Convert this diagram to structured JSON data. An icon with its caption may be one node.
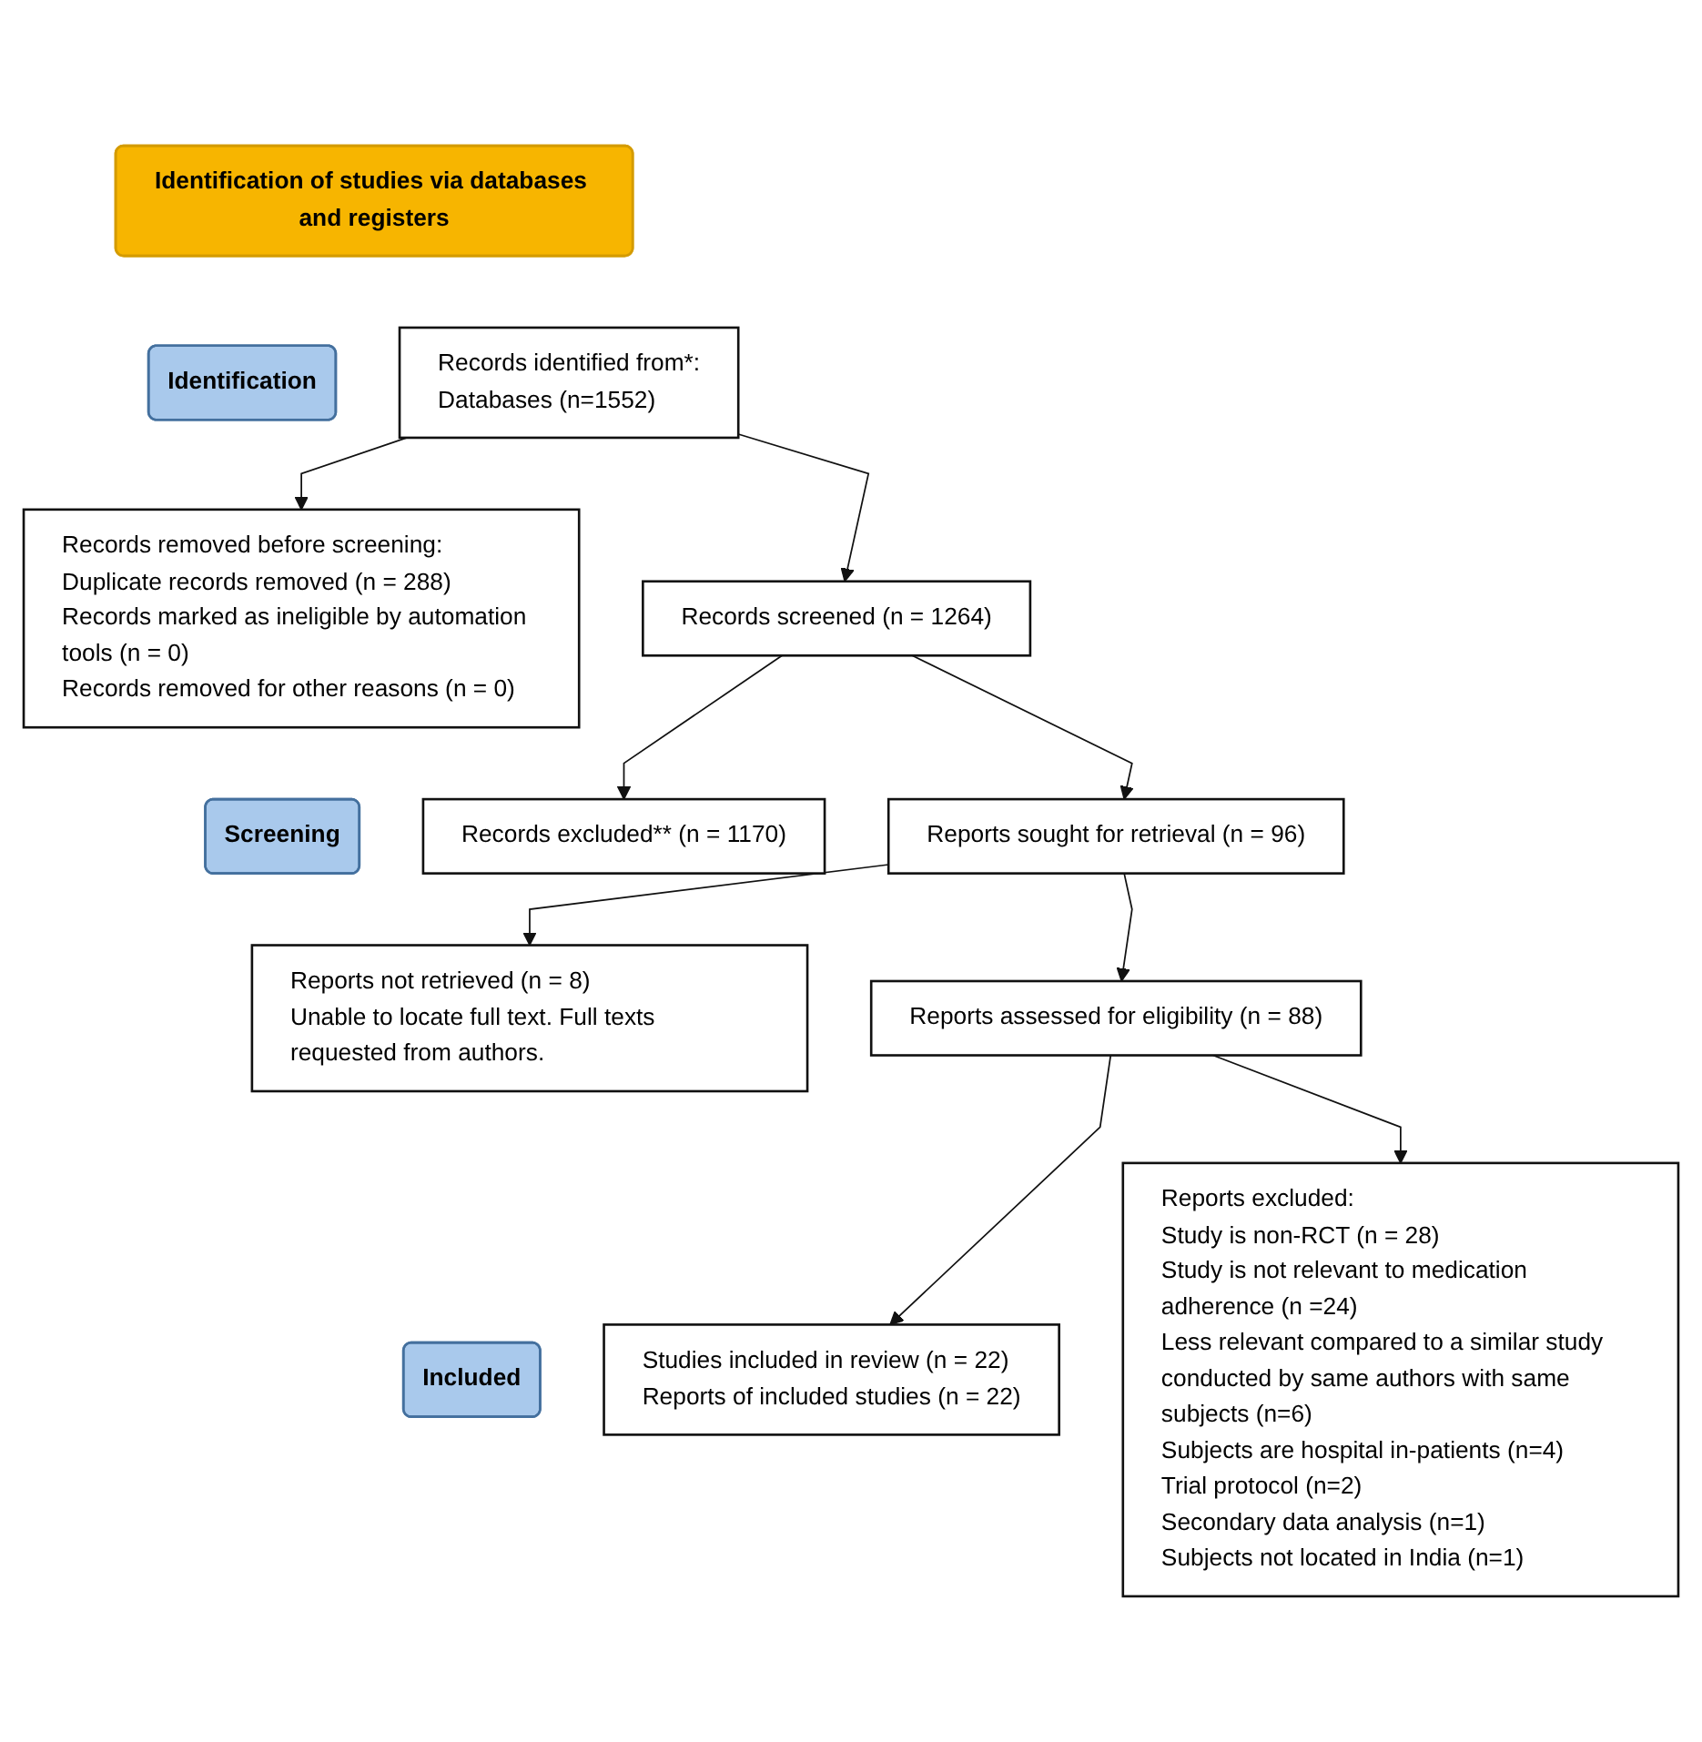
{
  "diagram": {
    "nodes": [
      {
        "text": [
          "Identification of studies via databases and registers"
        ]
      },
      {
        "text": [
          "Identification"
        ]
      },
      {
        "text": [
          "Screening"
        ]
      },
      {
        "text": [
          "Included"
        ]
      },
      {
        "text": [
          "Records identified from*:",
          "Databases (n=1552)"
        ]
      },
      {
        "text": [
          "Records removed before screening:",
          "Duplicate records removed (n = 288)",
          "Records marked as ineligible by automation tools (n = 0)",
          "Records removed for other reasons (n = 0)"
        ]
      },
      {
        "text": [
          "Records screened (n = 1264)"
        ]
      },
      {
        "text": [
          "Records excluded** (n = 1170)"
        ]
      },
      {
        "text": [
          "Reports sought for retrieval (n = 96)"
        ]
      },
      {
        "text": [
          "Reports not retrieved (n = 8)",
          "Unable to locate full text. Full texts requested from authors."
        ]
      },
      {
        "text": [
          "Reports assessed for eligibility (n = 88)"
        ]
      },
      {
        "text": [
          "Reports excluded:",
          "Study is non-RCT (n = 28)",
          "Study is not relevant to medication adherence (n =24)",
          "Less relevant compared to a similar study conducted by same authors with same subjects (n=6)",
          "Subjects are hospital in-patients (n=4)",
          "Trial protocol (n=2)",
          "Secondary data analysis (n=1)",
          "Subjects not located in India (n=1)"
        ]
      },
      {
        "text": [
          "Studies included in review (n = 22)",
          "Reports of included studies (n = 22)"
        ]
      }
    ],
    "edges": [
      {
        "from": 4,
        "to": 5,
        "arrow": "to"
      },
      {
        "from": 4,
        "to": 6,
        "arrow": "to"
      },
      {
        "from": 6,
        "to": 7,
        "arrow": "to"
      },
      {
        "from": 6,
        "to": 8,
        "arrow": "to"
      },
      {
        "from": 8,
        "to": 9,
        "arrow": "to"
      },
      {
        "from": 8,
        "to": 10,
        "arrow": "to"
      },
      {
        "from": 10,
        "to": 11,
        "arrow": "to"
      },
      {
        "from": 10,
        "to": 12,
        "arrow": "to"
      }
    ]
  }
}
